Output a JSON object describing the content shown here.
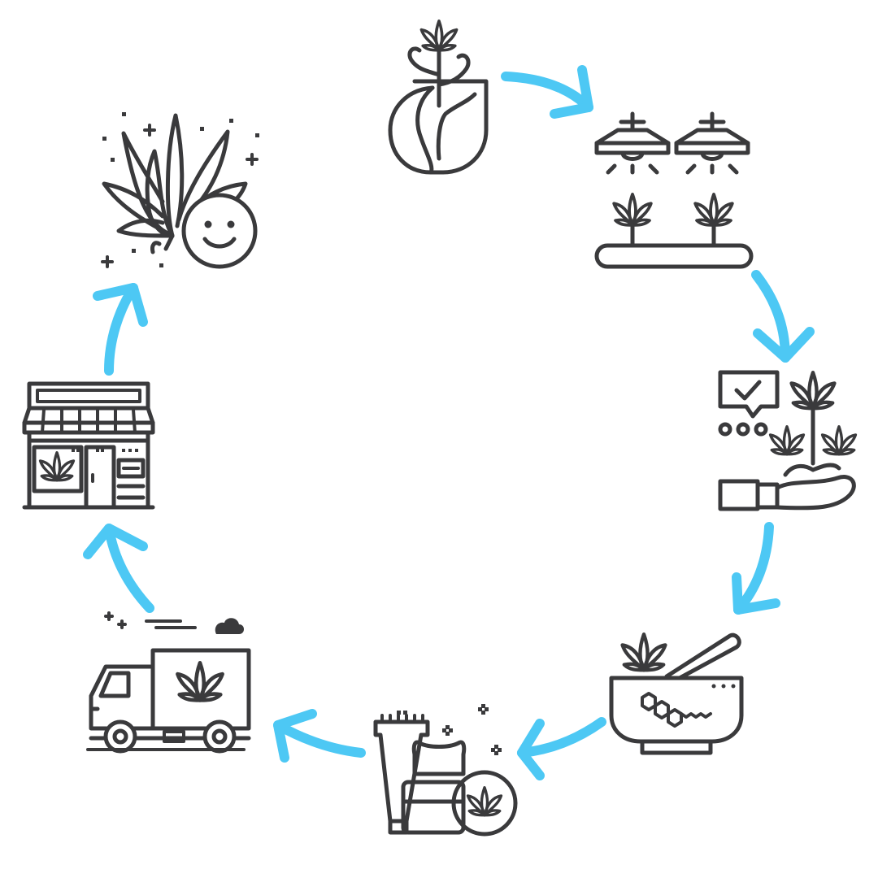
{
  "colors": {
    "icon_stroke": "#3a3a3c",
    "arrow": "#4dc8f4",
    "background": "#ffffff"
  },
  "cycle": [
    {
      "step": 1,
      "icon": "seedling-pot-icon"
    },
    {
      "step": 2,
      "icon": "grow-lights-icon"
    },
    {
      "step": 3,
      "icon": "harvest-quality-check-icon"
    },
    {
      "step": 4,
      "icon": "mortar-extraction-icon"
    },
    {
      "step": 5,
      "icon": "cbd-products-icon"
    },
    {
      "step": 6,
      "icon": "delivery-truck-icon"
    },
    {
      "step": 7,
      "icon": "dispensary-store-icon"
    },
    {
      "step": 8,
      "icon": "happy-consumer-icon"
    }
  ],
  "arrow_count": 8
}
